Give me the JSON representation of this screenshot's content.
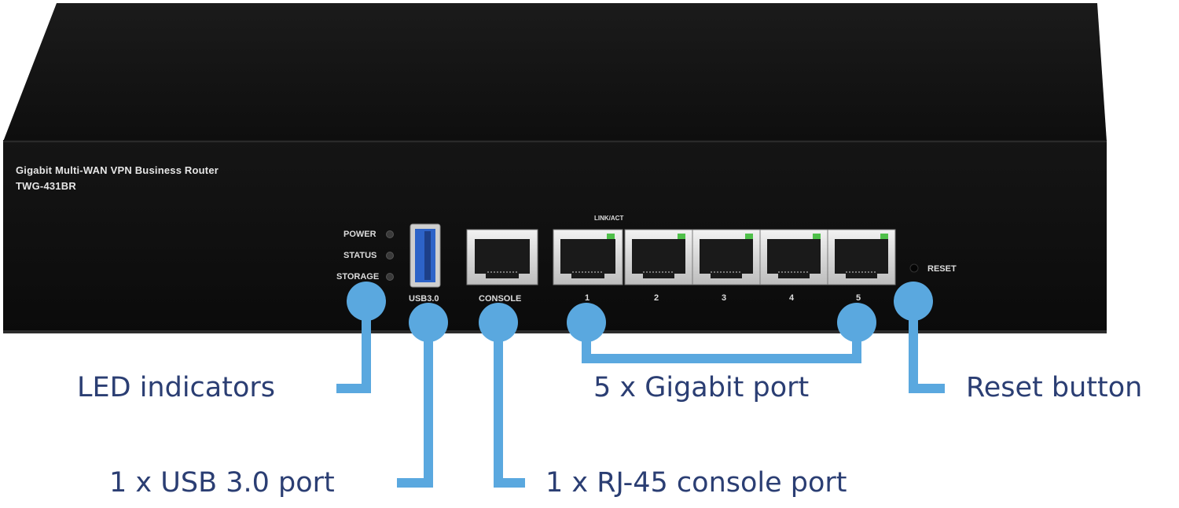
{
  "device": {
    "product_line": "Gigabit Multi-WAN VPN Business Router",
    "model": "TWG-431BR",
    "led_labels": [
      "POWER",
      "STATUS",
      "STORAGE"
    ],
    "usb_label": "USB3.0",
    "console_label": "CONSOLE",
    "link_act_label": "LINK/ACT",
    "port_numbers": [
      "1",
      "2",
      "3",
      "4",
      "5"
    ],
    "reset_label": "RESET"
  },
  "callouts": {
    "led": "LED indicators",
    "usb": "1 x USB 3.0 port",
    "console": "1 x RJ-45 console port",
    "gigabit": "5 x Gigabit port",
    "reset": "Reset button"
  },
  "colors": {
    "callout_line": "#5aa8df",
    "callout_text": "#2b3e73",
    "chassis": "#161616",
    "usb_blue": "#2d63c8",
    "port_led_green": "#4fc04a"
  }
}
